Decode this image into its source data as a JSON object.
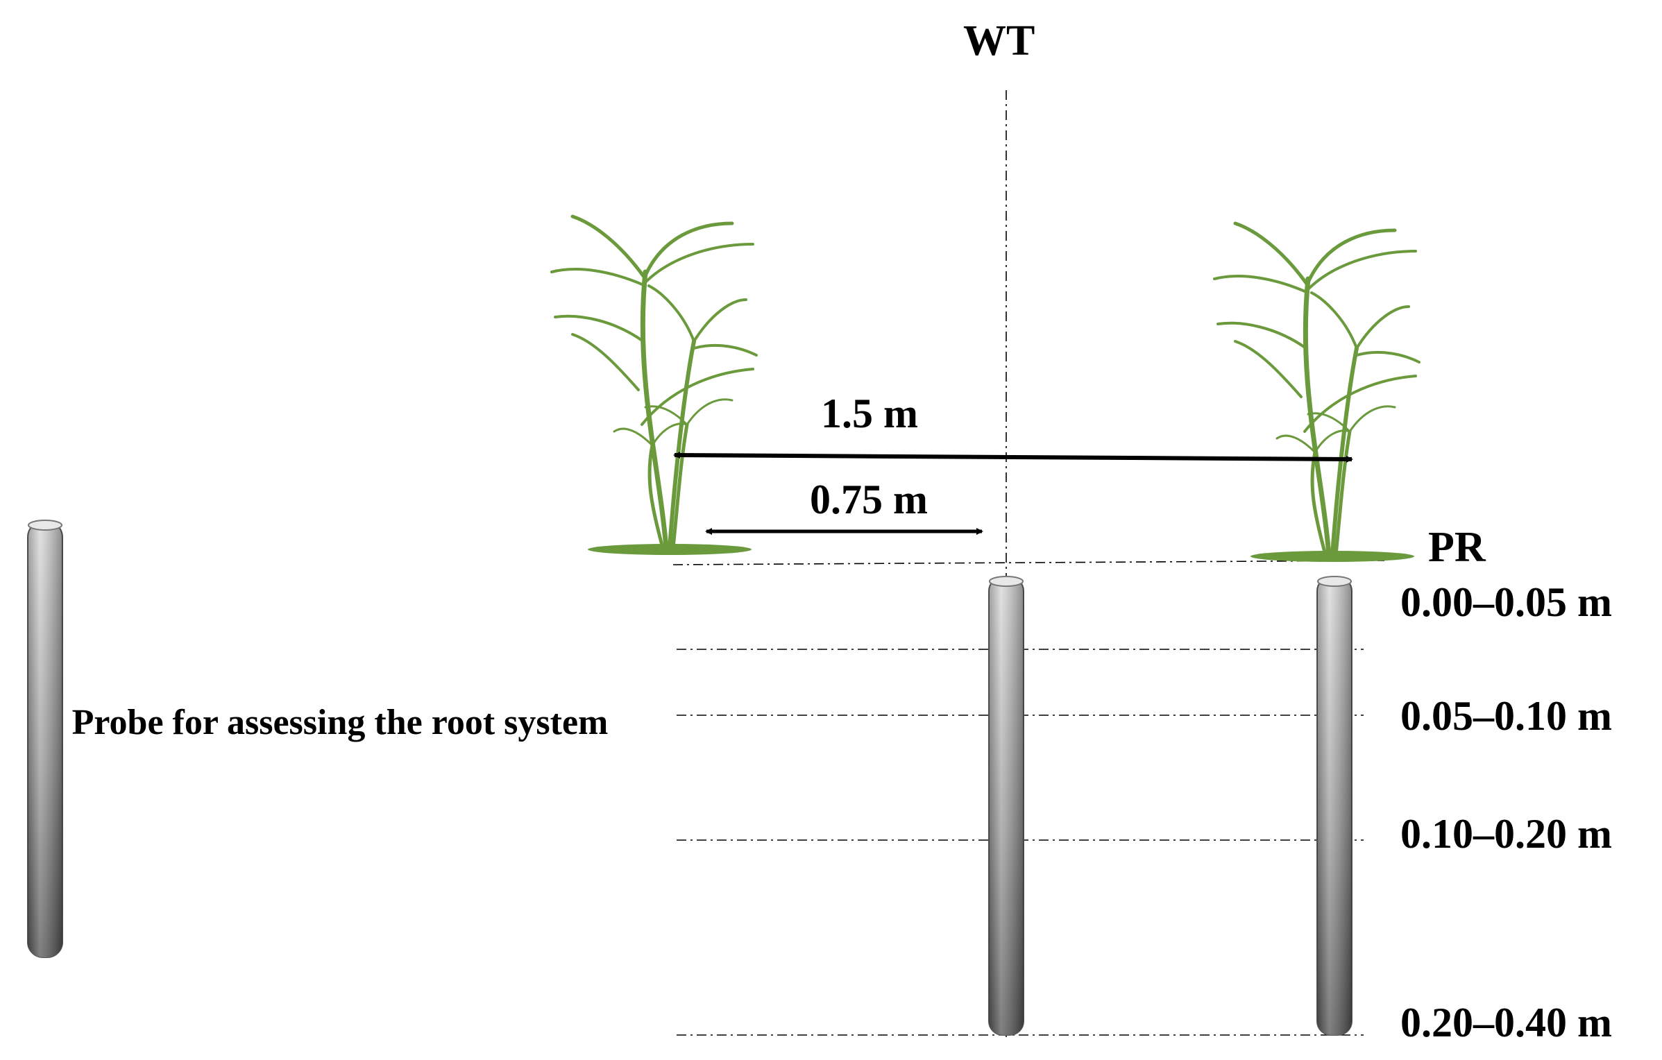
{
  "labels": {
    "wt": "WT",
    "pr": "PR",
    "spacing_row": "1.5 m",
    "spacing_half": "0.75 m",
    "probe_caption": "Probe for assessing the root system"
  },
  "depth_layers": [
    "0.00–0.05 m",
    "0.05–0.10 m",
    "0.10–0.20 m",
    "0.20–0.40 m"
  ],
  "colors": {
    "plant_green": "#6a9a3c",
    "probe_light": "#d8d8d8",
    "probe_dark": "#5a5a5a",
    "line": "#000000"
  }
}
